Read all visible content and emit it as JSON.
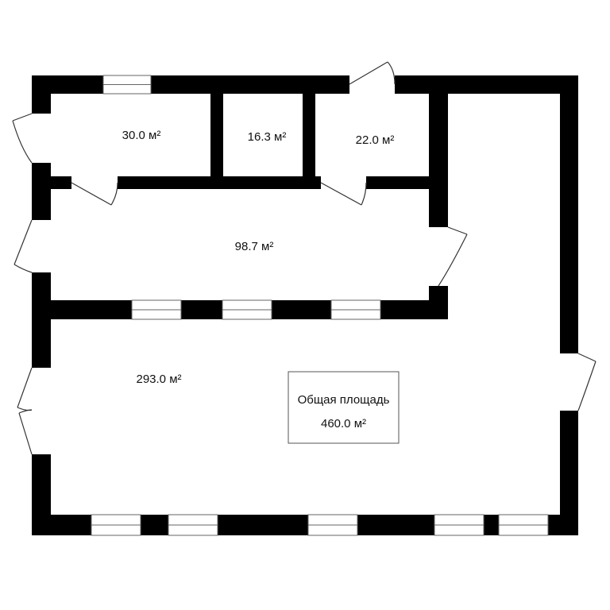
{
  "colors": {
    "wall": "#000000",
    "background": "#ffffff",
    "window_frame": "#666666"
  },
  "rooms": [
    {
      "area": "30.0 м²"
    },
    {
      "area": "16.3 м²"
    },
    {
      "area": "22.0 м²"
    },
    {
      "area": "98.7 м²"
    },
    {
      "area": "293.0 м²"
    }
  ],
  "total": {
    "caption": "Общая площадь",
    "area": "460.0 м²"
  }
}
